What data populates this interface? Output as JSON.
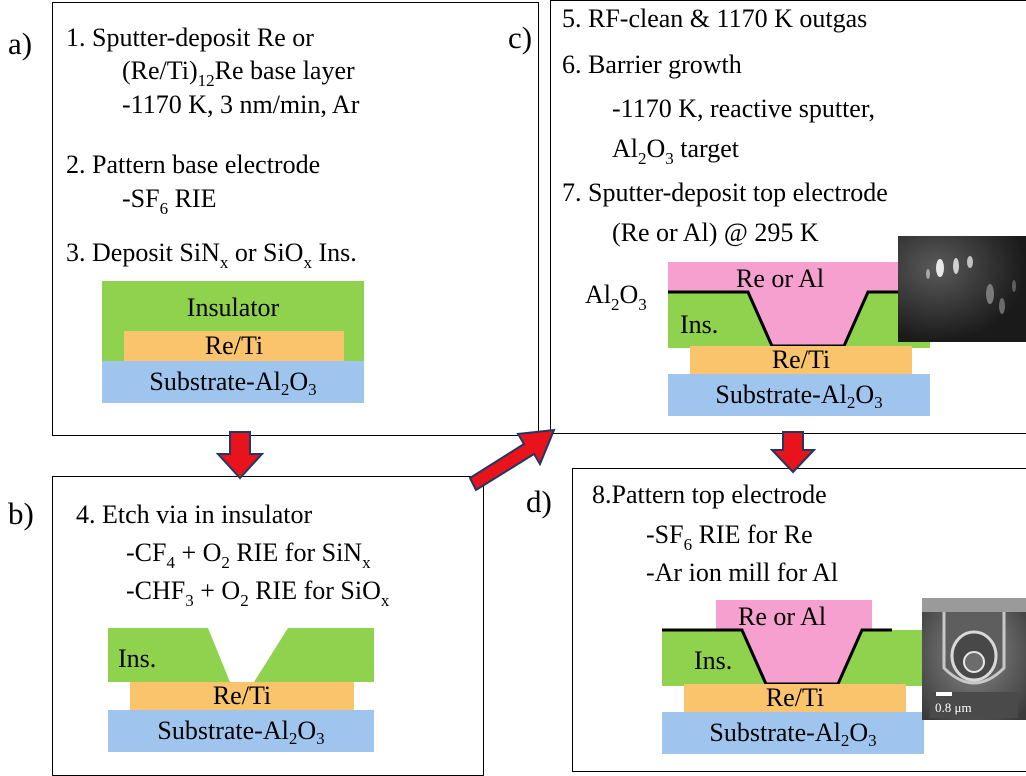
{
  "panel_a": {
    "label": "a)",
    "step1_a": "1. Sputter-deposit Re or",
    "step1_b": "(Re/Ti)",
    "step1_b_sub": "12",
    "step1_c": "Re base layer",
    "step1_d": "-1170 K, 3 nm/min, Ar",
    "step2_a": "2. Pattern base electrode",
    "step2_b": "-SF",
    "step2_b_sub": "6",
    "step2_c": " RIE",
    "step3_a": "3. Deposit SiN",
    "step3_a_sub": "x",
    "step3_b": " or SiO",
    "step3_b_sub": "x",
    "step3_c": " Ins.",
    "layer_insulator": "Insulator",
    "layer_metal": "Re/Ti",
    "layer_sub_a": "Substrate-Al",
    "layer_sub_s1": "2",
    "layer_sub_b": "O",
    "layer_sub_s2": "3"
  },
  "panel_b": {
    "label": "b)",
    "step4": "4.   Etch via in insulator",
    "l2_a": "-CF",
    "l2_s1": "4",
    "l2_b": " + O",
    "l2_s2": "2",
    "l2_c": " RIE for SiN",
    "l2_s3": "x",
    "l3_a": "-CHF",
    "l3_s1": "3",
    "l3_b": " + O",
    "l3_s2": "2",
    "l3_c": " RIE for SiO",
    "l3_s3": "x",
    "layer_ins": "Ins.",
    "layer_metal": "Re/Ti",
    "layer_sub_a": "Substrate-Al",
    "layer_sub_s1": "2",
    "layer_sub_b": "O",
    "layer_sub_s2": "3"
  },
  "panel_c": {
    "label": "c)",
    "step5": "5.   RF-clean & 1170 K outgas",
    "step6": "6.   Barrier growth",
    "step6_b": "-1170 K, reactive sputter,",
    "step6_c_a": "Al",
    "step6_c_s1": "2",
    "step6_c_b": "O",
    "step6_c_s2": "3",
    "step6_c_c": " target",
    "step7": "7.   Sputter-deposit top electrode",
    "step7_b": "(Re or Al) @ 295 K",
    "barrier_a": "Al",
    "barrier_s1": "2",
    "barrier_b": "O",
    "barrier_s2": "3",
    "layer_top": "Re or Al",
    "layer_ins": "Ins.",
    "layer_metal": "Re/Ti",
    "layer_sub_a": "Substrate-Al",
    "layer_sub_s1": "2",
    "layer_sub_b": "O",
    "layer_sub_s2": "3"
  },
  "panel_d": {
    "label": "d)",
    "step8": "8.Pattern top electrode",
    "l2_a": "-SF",
    "l2_s1": "6",
    "l2_b": " RIE for Re",
    "l3": "-Ar ion mill for Al",
    "layer_top": "Re or Al",
    "layer_ins": "Ins.",
    "layer_metal": "Re/Ti",
    "layer_sub_a": "Substrate-Al",
    "layer_sub_s1": "2",
    "layer_sub_b": "O",
    "layer_sub_s2": "3",
    "scale_bar": "0.8 μm"
  },
  "colors": {
    "substrate": "#9fc5ef",
    "metal": "#f9c46b",
    "insulator": "#8fd24d",
    "top_electrode": "#f5a0cf",
    "arrow": "#e8131b"
  }
}
